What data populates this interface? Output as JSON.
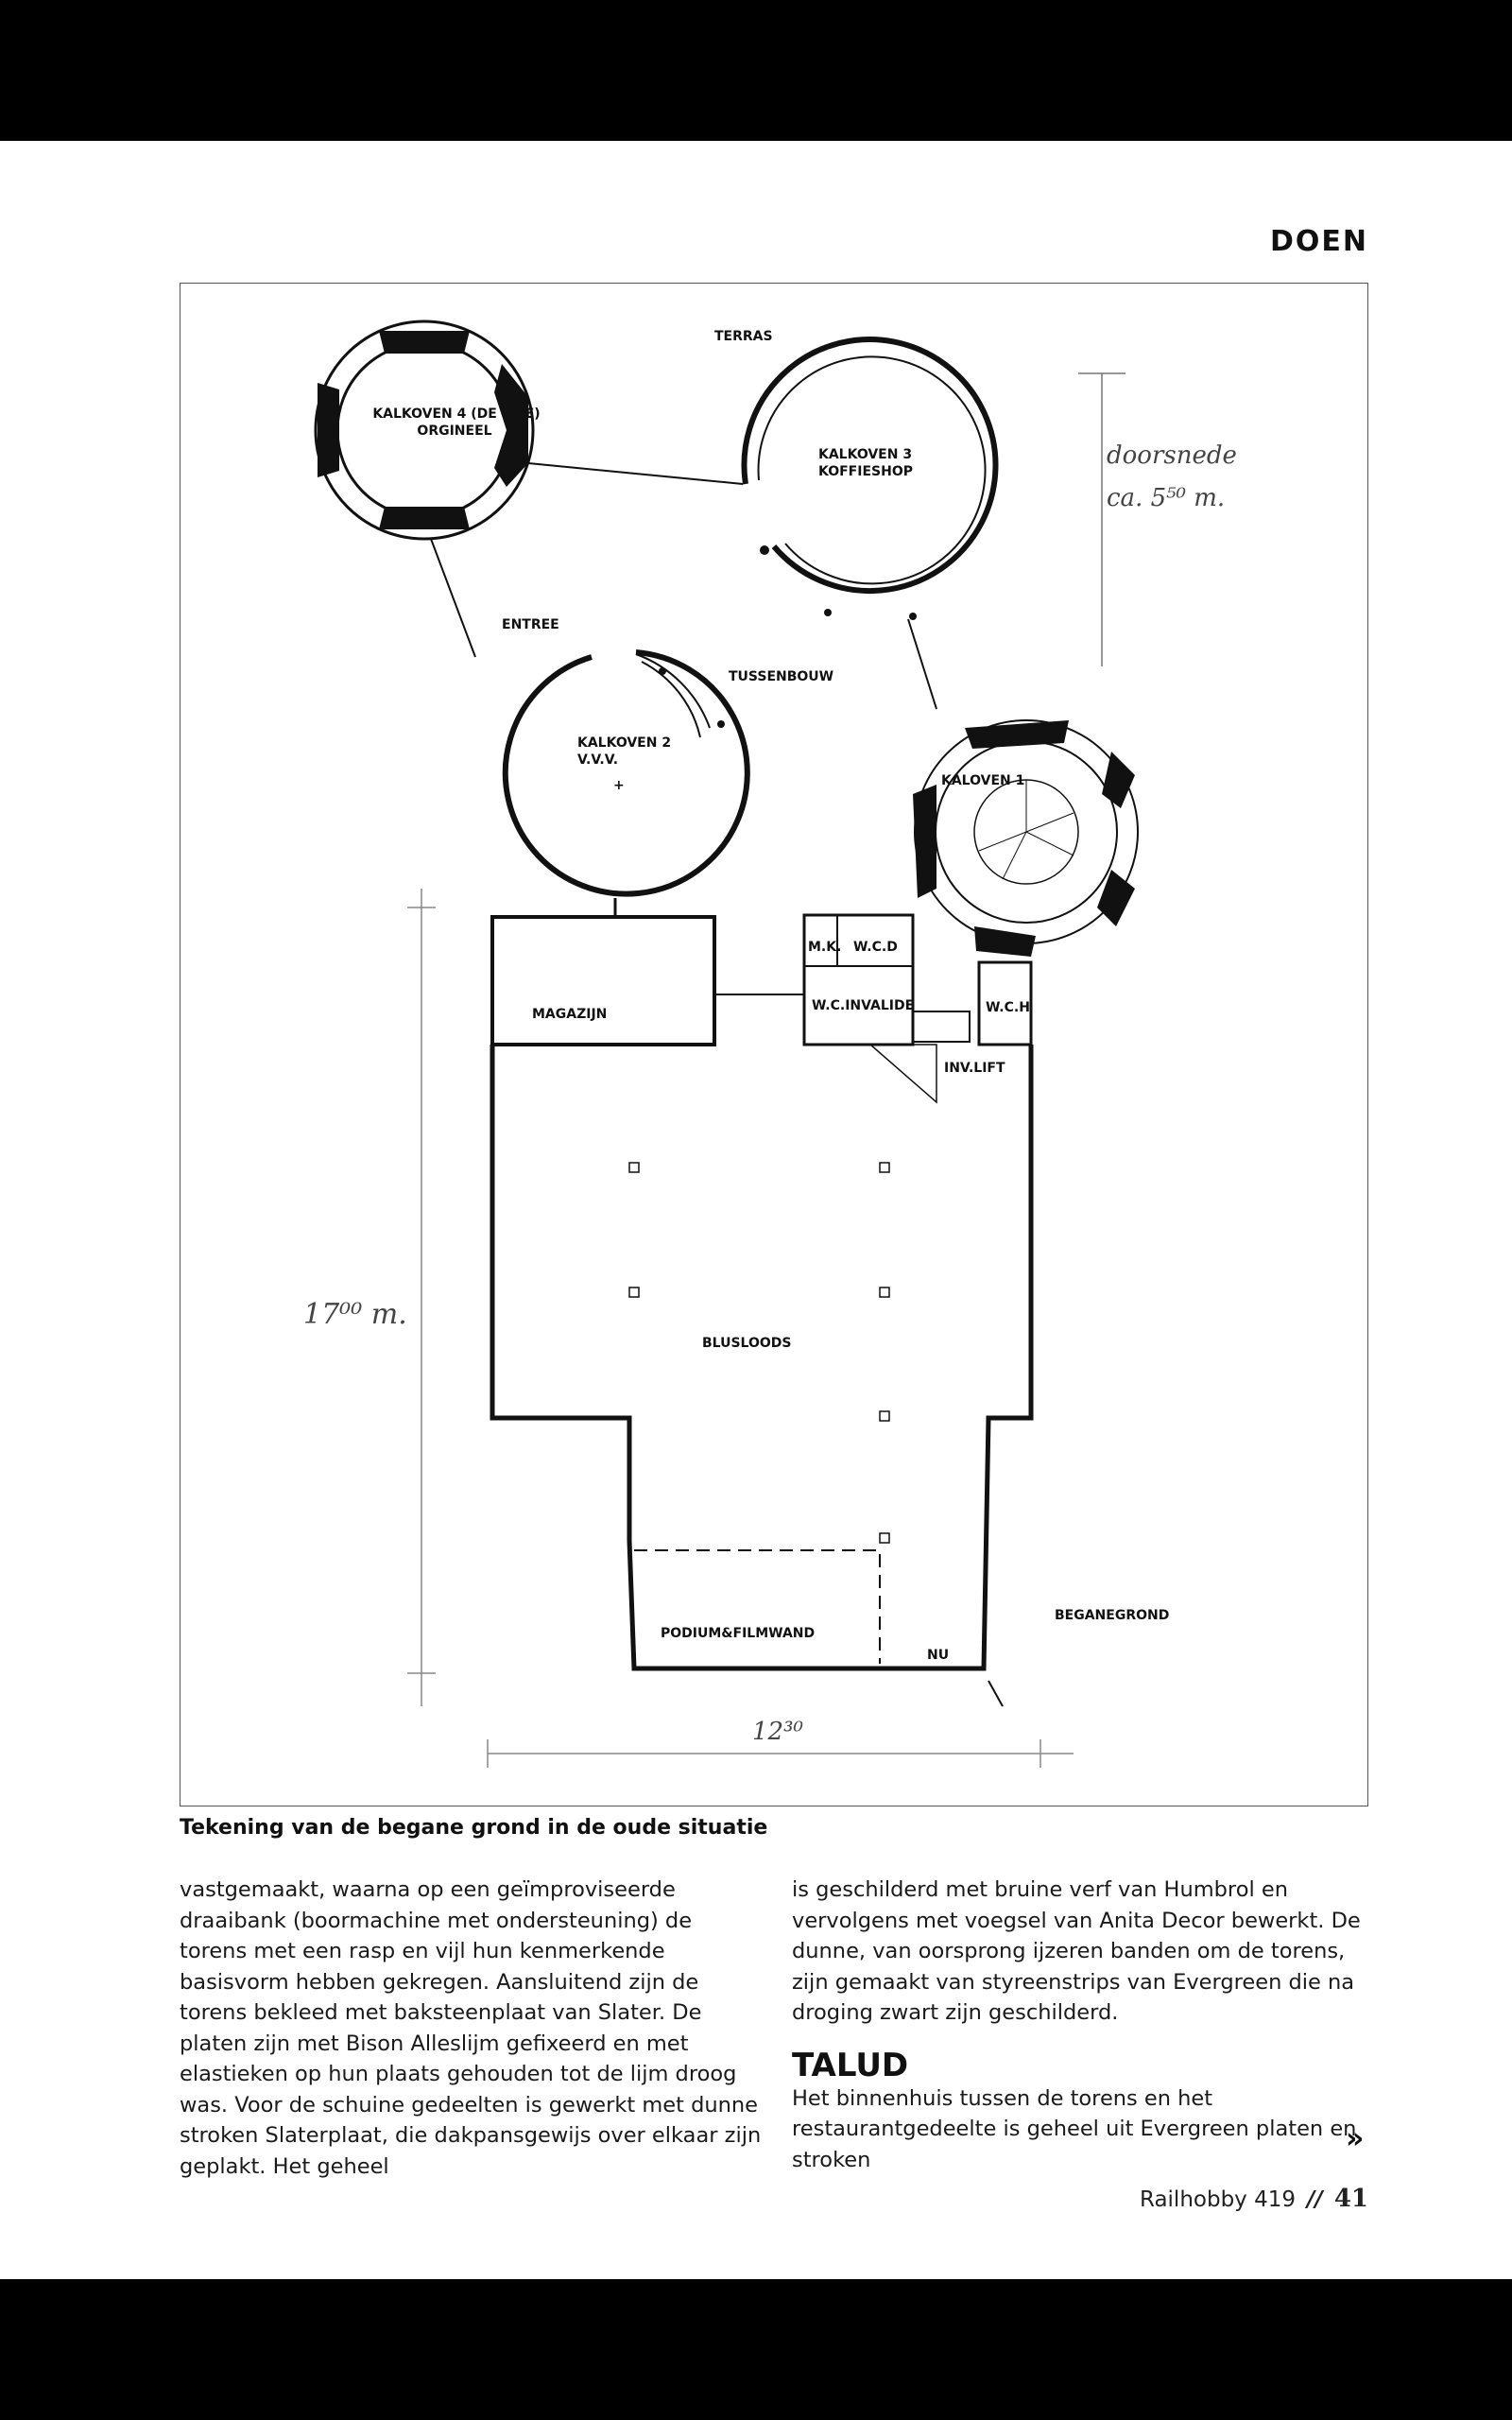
{
  "section_label": "DOEN",
  "figure": {
    "labels": {
      "terras": "TERRAS",
      "kalkoven4_line1": "KALKOVEN 4 (DE LUIE)",
      "kalkoven4_line2": "ORGINEEL",
      "kalkoven3_line1": "KALKOVEN 3",
      "kalkoven3_line2": "KOFFIESHOP",
      "doorsnede_line1": "doorsnede",
      "doorsnede_line2": "ca. 5⁵⁰ m.",
      "entree": "ENTREE",
      "tussenbouw": "TUSSENBOUW",
      "kalkoven2_line1": "KALKOVEN 2",
      "kalkoven2_line2": "V.V.V.",
      "kaloven1": "KALOVEN 1",
      "mk": "M.K.",
      "wcd": "W.C.D",
      "magazijn": "MAGAZIJN",
      "wc_invalide": "W.C.INVALIDE",
      "wch": "W.C.H",
      "inv_lift": "INV.LIFT",
      "height_dim": "17⁰⁰ m.",
      "blusloods": "BLUSLOODS",
      "beganegrond": "BEGANEGROND",
      "podium": "PODIUM&FILMWAND",
      "nu": "NU",
      "width_dim": "12³⁰"
    }
  },
  "caption": "Tekening van de begane grond in de oude situatie",
  "body": {
    "left_col": "vastgemaakt, waarna op een geïmproviseerde draaibank (boormachine met ondersteuning) de torens met een rasp en vijl hun kenmerkende basisvorm hebben gekregen. Aansluitend zijn de torens bekleed met baksteenplaat van Slater. De platen zijn met Bison Alleslijm gefixeerd en met elastieken op hun plaats gehouden tot de lijm droog was. Voor de schuine gedeelten is gewerkt met dunne stroken Slaterplaat, die dakpansgewijs over elkaar zijn geplakt. Het geheel",
    "right_col_1": "is geschilderd met bruine verf van Humbrol en vervolgens met voegsel van Anita Decor bewerkt. De dunne, van oorsprong ijzeren banden om de torens, zijn gemaakt van styreenstrips van Evergreen die na droging zwart zijn geschilderd.",
    "subheading": "TALUD",
    "right_col_2": "Het binnenhuis tussen de torens en het restaurantgedeelte is geheel uit Evergreen platen en stroken",
    "continue_mark": "»"
  },
  "footer": {
    "magazine": "Railhobby 419",
    "separator": "//",
    "page_number": "41"
  }
}
